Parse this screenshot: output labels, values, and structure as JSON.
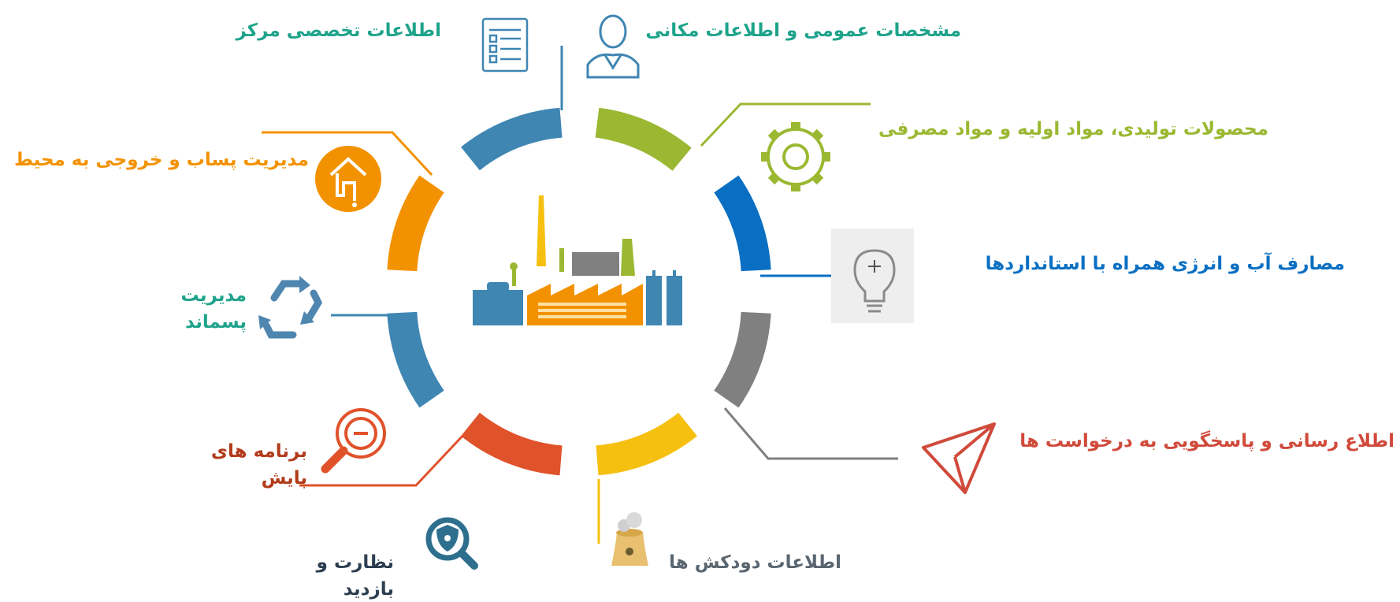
{
  "colors": {
    "teal": "#1fa38b",
    "steel_blue": "#3f86b3",
    "green": "#9bb832",
    "blue": "#0a6fc2",
    "gray": "#808080",
    "yellow": "#f5c010",
    "red_orange": "#e0522a",
    "orange": "#f39200",
    "navy": "#2c3e50",
    "red": "#d04a3b",
    "dark_red": "#b23b1b"
  },
  "center": {
    "icon": "factory-icon"
  },
  "labels": {
    "specialized_info": "اطلاعات تخصصی مرکز",
    "general_specs": "مشخصات عمومی و اطلاعات مکانی",
    "products": "محصولات تولیدی، مواد اولیه و مواد مصرفی",
    "water_energy": "مصارف آب و انرژی همراه با استانداردها",
    "info_response": "اطلاع رسانی و پاسخگویی به درخواست ها",
    "stack_info": "اطلاعات دودکش ها",
    "supervision": "نظارت و بازدید",
    "monitoring": "برنامه های پایش",
    "waste": "مدیریت پسماند",
    "wastewater": "مدیریت پساب و خروجی به محیط"
  },
  "icons": {
    "specialized_info": "checklist-icon",
    "general_specs": "person-icon",
    "products": "gear-icon",
    "water_energy": "lightbulb-icon",
    "info_response": "paper-plane-icon",
    "stack_info": "smokestack-icon",
    "supervision": "shield-search-icon",
    "monitoring": "magnifier-icon",
    "waste": "recycle-icon",
    "wastewater": "house-pipe-icon"
  }
}
